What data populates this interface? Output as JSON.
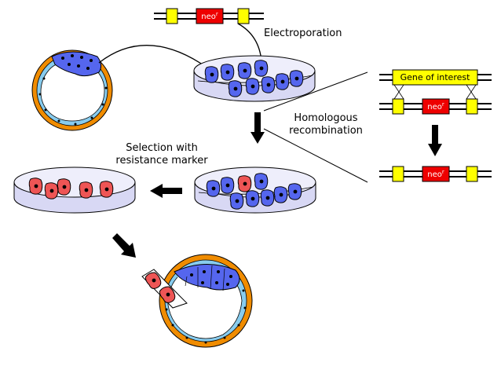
{
  "labels": {
    "electroporation": "Electroporation",
    "homologous_line1": "Homologous",
    "homologous_line2": "recombination",
    "selection_line1": "Selection with",
    "selection_line2": "resistance marker",
    "gene_of_interest": "Gene of interest",
    "neo_base": "neo",
    "neo_superscript": "r"
  },
  "colors": {
    "embryo_ring": "#f08c00",
    "embryo_layer": "#88ccee",
    "inner_cell_mass": "#5566ee",
    "transfected_cell": "#ee5555",
    "homology_arm": "#ffff00",
    "neo_cassette": "#ee0000",
    "dish_fill": "#d8d8f4"
  }
}
